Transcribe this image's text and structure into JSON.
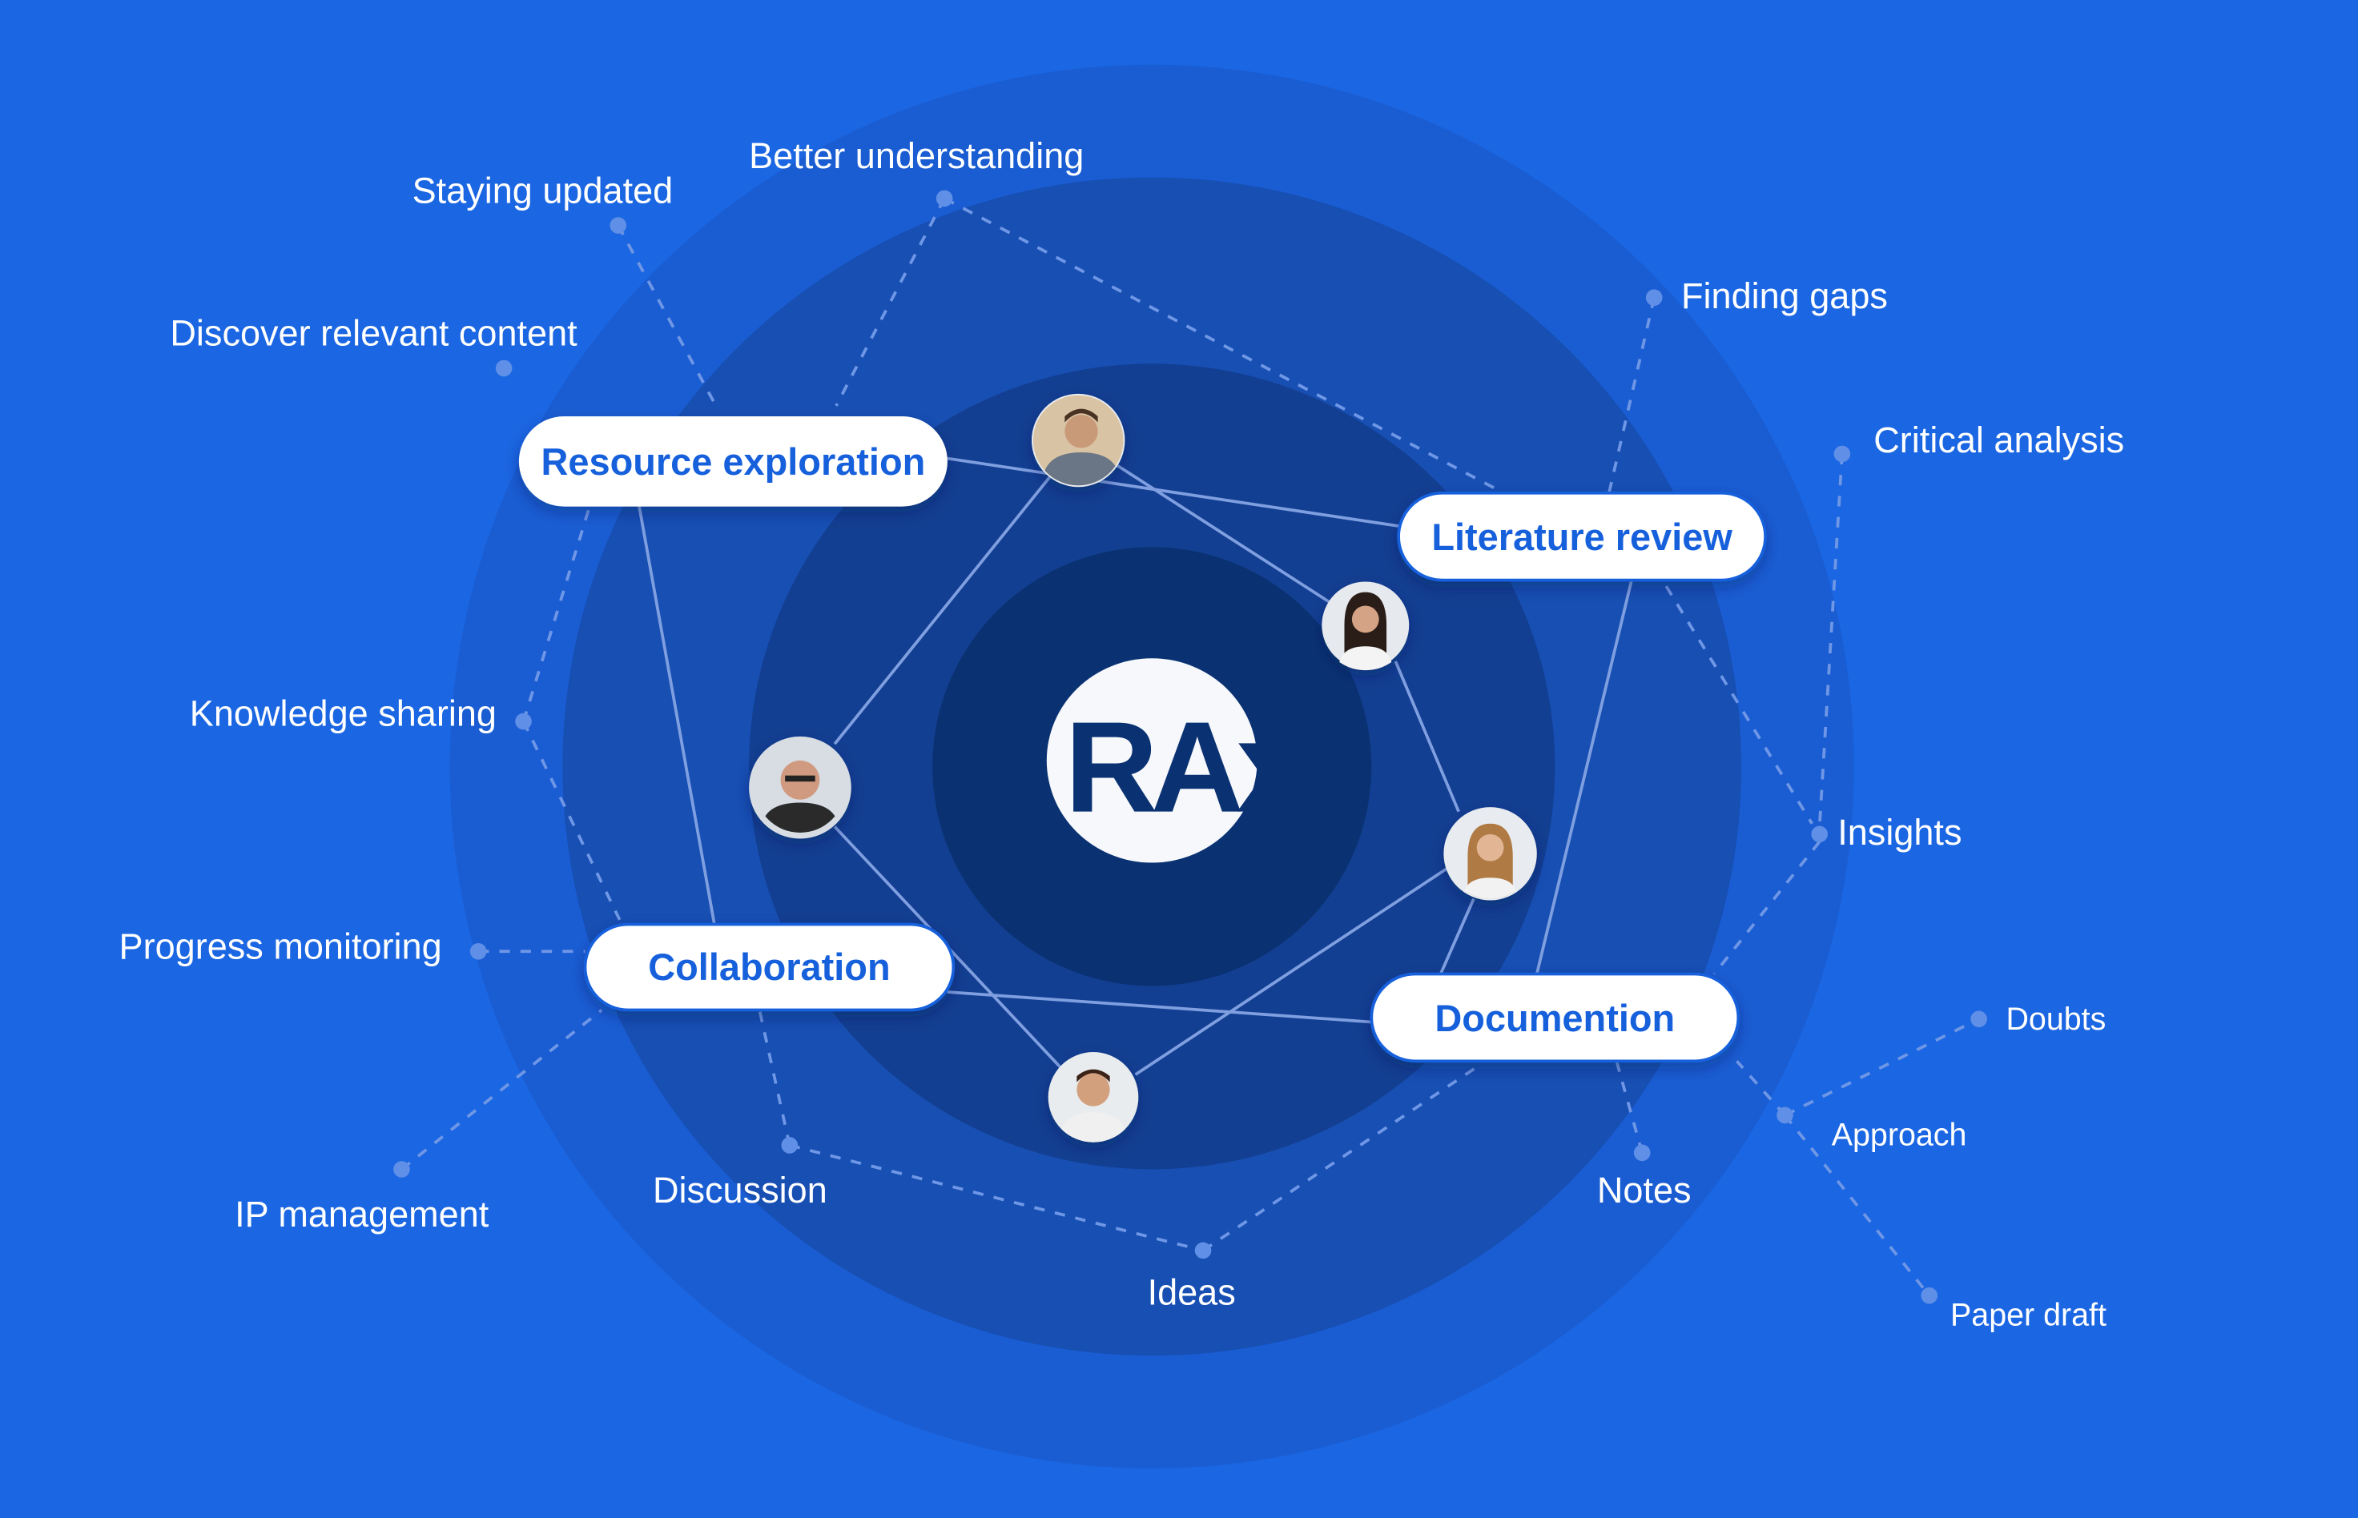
{
  "logo": {
    "text": "RAx"
  },
  "colors": {
    "background": "#1b66e2",
    "ring1": "#1a5dd3",
    "ring2": "#174fb3",
    "ring3": "#133f92",
    "core": "#0a3272",
    "pill_text": "#1660dc"
  },
  "hubs": [
    "Resource exploration",
    "Literature review",
    "Collaboration",
    "Documention"
  ],
  "topics": {
    "staying_updated": "Staying updated",
    "better_understanding": "Better understanding",
    "discover_relevant_content": "Discover relevant content",
    "finding_gaps": "Finding gaps",
    "critical_analysis": "Critical analysis",
    "knowledge_sharing": "Knowledge sharing",
    "insights": "Insights",
    "progress_monitoring": "Progress monitoring",
    "doubts": "Doubts",
    "approach": "Approach",
    "ip_management": "IP management",
    "discussion": "Discussion",
    "notes": "Notes",
    "ideas": "Ideas",
    "paper_draft": "Paper draft"
  }
}
